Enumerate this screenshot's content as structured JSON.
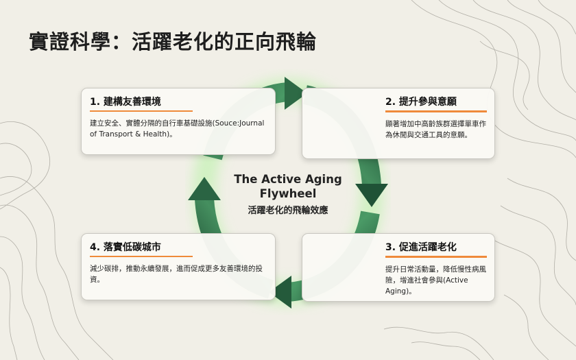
{
  "title": "實證科學：活躍老化的正向飛輪",
  "center": {
    "title_line1": "The Active Aging",
    "title_line2": "Flywheel",
    "subtitle": "活躍老化的飛輪效應"
  },
  "steps": [
    {
      "heading": "1. 建構友善環境",
      "text": "建立安全、實體分隔的自行車基礎設施(Souce:Journal of Transport & Health)。"
    },
    {
      "heading": "2. 提升參與意願",
      "text": "顯著增加中高齡族群選擇單車作為休閒與交通工具的意願。"
    },
    {
      "heading": "3. 促進活躍老化",
      "text": "提升日常活動量，降低慢性病風險，增進社會參與(Active Aging)。"
    },
    {
      "heading": "4. 落實低碳城市",
      "text": "減少碳排，推動永續發展，進而促成更多友善環境的投資。"
    }
  ],
  "colors": {
    "accent_underline": "#ef8a3a",
    "arrow_green_dark": "#1d4d33",
    "arrow_green_light": "#3f8a5c",
    "glow": "#b6f3a4",
    "background": "#f1efe7"
  }
}
